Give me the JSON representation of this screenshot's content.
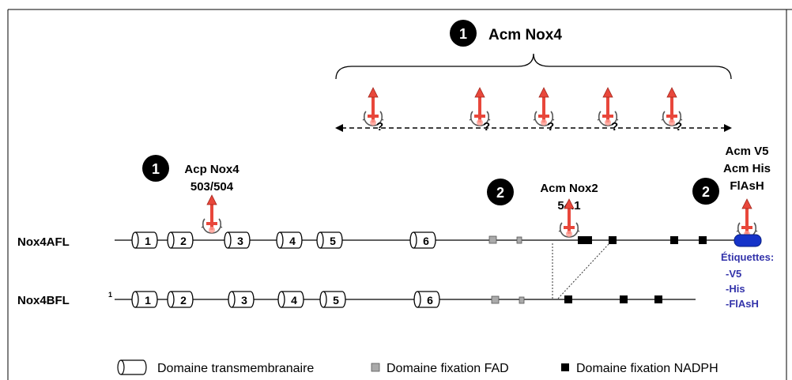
{
  "top_group": {
    "badge": "1",
    "label": "Acm Nox4",
    "question_mark": "?"
  },
  "acp_group": {
    "badge": "1",
    "line1": "Acp Nox4",
    "line2": "503/504"
  },
  "nox2_group": {
    "badge": "2",
    "line1": "Acm Nox2",
    "line2": "54.1"
  },
  "tag_group": {
    "badge": "2",
    "line1": "Acm V5",
    "line2": "Acm His",
    "line3": "FlAsH"
  },
  "tags_box": {
    "title": "Étiquettes:",
    "items": [
      "-V5",
      "-His",
      "-FlAsH"
    ],
    "color": "#3333aa"
  },
  "tracks": {
    "nox4afl": {
      "label": "Nox4AFL",
      "domains": [
        "1",
        "2",
        "3",
        "4",
        "5",
        "6"
      ]
    },
    "nox4bfl": {
      "label": "Nox4BFL",
      "start_marker": "1",
      "domains": [
        "1",
        "2",
        "3",
        "4",
        "5",
        "6"
      ]
    }
  },
  "legend": {
    "transmembrane": "Domaine transmembranaire",
    "fad": "Domaine fixation FAD",
    "nadph": "Domaine fixation NADPH"
  },
  "colors": {
    "antibody_arrow": "#e8473b",
    "fad_box": "#aaaaaa",
    "nadph_box": "#000000",
    "tag_pill": "#1533c9",
    "tag_text": "#3333aa"
  }
}
